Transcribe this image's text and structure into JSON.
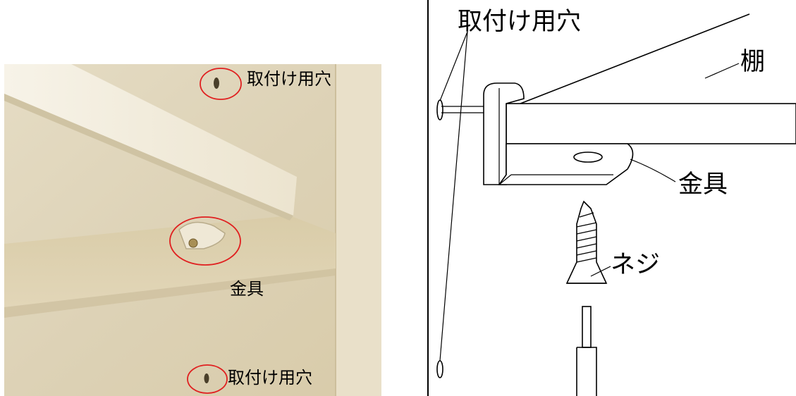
{
  "photo": {
    "label_top_hole": "取付け用穴",
    "label_bracket": "金具",
    "label_bottom_hole": "取付け用穴",
    "highlight_color": "#e02020"
  },
  "diagram": {
    "label_mount_hole": "取付け用穴",
    "label_shelf": "棚",
    "label_bracket": "金具",
    "label_screw": "ネジ"
  }
}
